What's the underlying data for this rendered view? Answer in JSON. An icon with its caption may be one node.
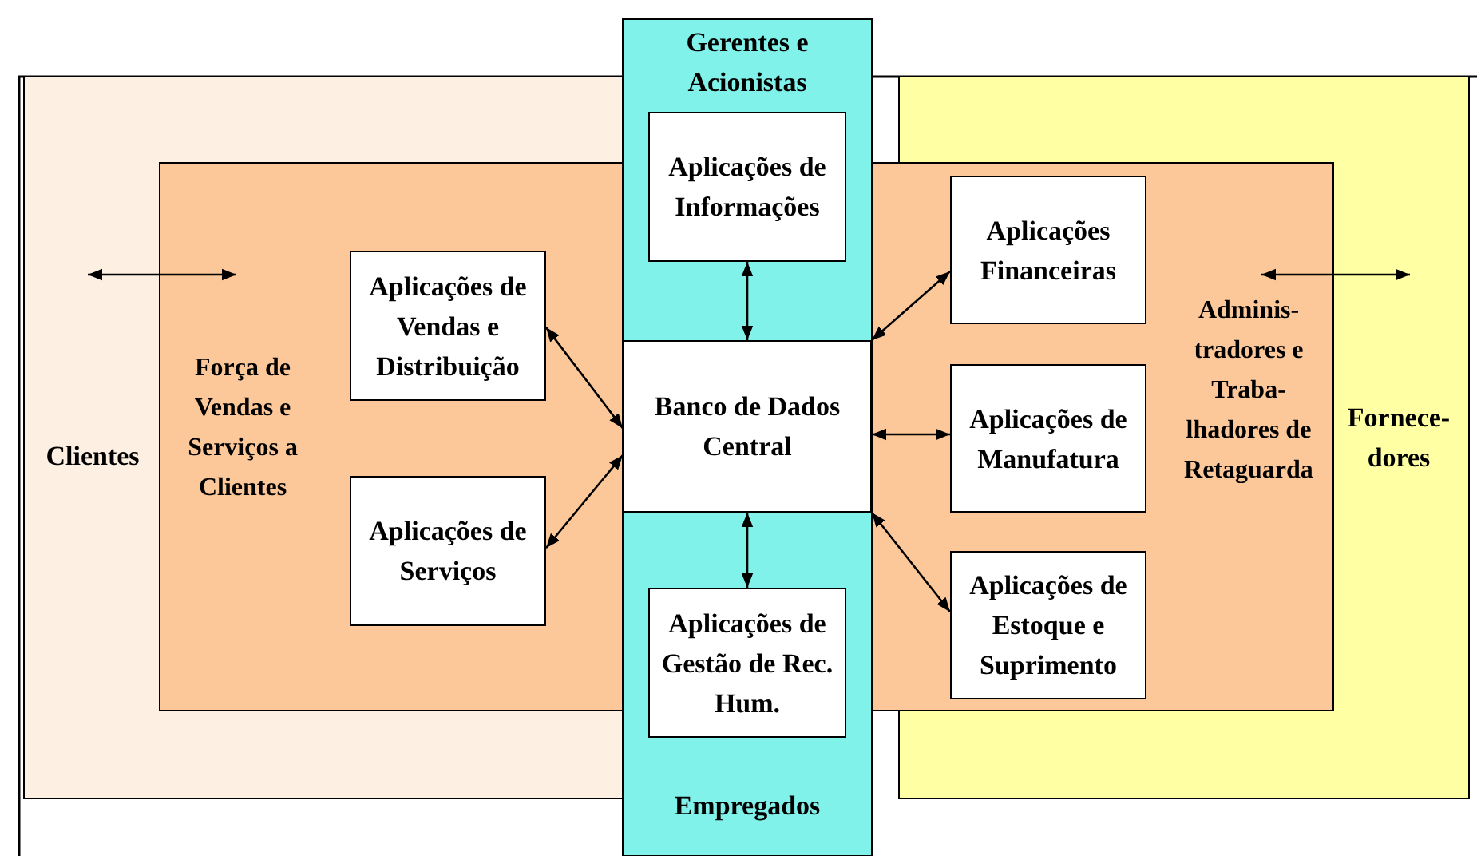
{
  "diagram": {
    "nodes": [
      {
        "text": [
          "Aplicações de Informações"
        ]
      },
      {
        "text": [
          "Aplicações de Vendas e Distribuição"
        ]
      },
      {
        "text": [
          "Aplicações de Serviços"
        ]
      },
      {
        "text": [
          "Banco de Dados Central"
        ]
      },
      {
        "text": [
          "Aplicações Financeiras"
        ]
      },
      {
        "text": [
          "Aplicações de Manufatura"
        ]
      },
      {
        "text": [
          "Aplicações de Estoque e Suprimento"
        ]
      },
      {
        "text": [
          "Aplicações de Gestão de Rec. Hum."
        ]
      }
    ],
    "edges": [
      {
        "from": 0,
        "to": 3,
        "arrow": "both"
      },
      {
        "from": 1,
        "to": 3,
        "arrow": "both"
      },
      {
        "from": 2,
        "to": 3,
        "arrow": "both"
      },
      {
        "from": 4,
        "to": 3,
        "arrow": "both"
      },
      {
        "from": 5,
        "to": 3,
        "arrow": "both"
      },
      {
        "from": 6,
        "to": 3,
        "arrow": "both"
      },
      {
        "from": 7,
        "to": 3,
        "arrow": "both"
      }
    ],
    "labels": [
      "Gerentes e Acionistas",
      "Clientes",
      "Força de Vendas e Serviços a Clientes",
      "Adminis- tradores e Traba- lhadores de Retaguarda",
      "Fornece- dores",
      "Empregados"
    ]
  }
}
